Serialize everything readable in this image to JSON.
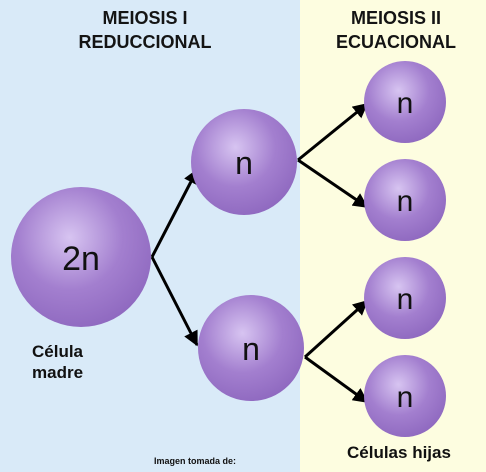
{
  "panels": {
    "meiosis1": {
      "title_line1": "MEIOSIS I",
      "title_line2": "REDUCCIONAL",
      "background": "#d9eaf8"
    },
    "meiosis2": {
      "title_line1": "MEIOSIS II",
      "title_line2": "ECUACIONAL",
      "background": "#fdfde0"
    }
  },
  "cells": {
    "mother": {
      "label": "2n"
    },
    "meiosis1_top": {
      "label": "n"
    },
    "meiosis1_bottom": {
      "label": "n"
    },
    "daughter_1": {
      "label": "n"
    },
    "daughter_2": {
      "label": "n"
    },
    "daughter_3": {
      "label": "n"
    },
    "daughter_4": {
      "label": "n"
    }
  },
  "labels": {
    "mother_cell_line1": "Célula",
    "mother_cell_line2": "madre",
    "daughter_cells": "Células hijas",
    "credit": "Imagen tomada de:"
  },
  "colors": {
    "cell_fill": "#a37fcf",
    "cell_highlight": "#e6d8f7",
    "cell_shadow": "#7a57a8",
    "arrow": "#000000",
    "text": "#111111"
  }
}
